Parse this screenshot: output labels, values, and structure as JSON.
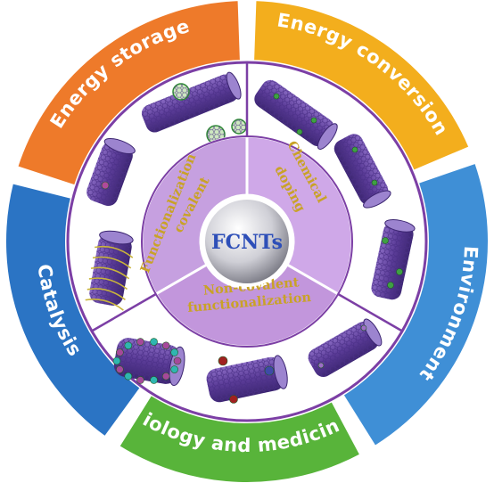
{
  "center": {
    "label": "FCNTs"
  },
  "inner_segments": [
    {
      "id": "covalent",
      "line1": "Functionalization",
      "line2": "covalent"
    },
    {
      "id": "chemical",
      "line1": "Chemical",
      "line2": "doping"
    },
    {
      "id": "noncovalent",
      "line1": "Non-covalent",
      "line2": "functionalization"
    }
  ],
  "outer_segments": [
    {
      "id": "energy-storage",
      "label": "Energy storage",
      "color": "#ee7a2a"
    },
    {
      "id": "energy-conversion",
      "label": "Energy conversion",
      "color": "#f3ae1d"
    },
    {
      "id": "environment",
      "label": "Environment",
      "color": "#3f8fd6"
    },
    {
      "id": "biology",
      "label": "Biology and medicine",
      "color": "#58b43a"
    },
    {
      "id": "catalysis",
      "label": "Catalysis",
      "color": "#2b74c4"
    }
  ],
  "colors": {
    "ring_border": "#7c3fa5",
    "inner_fill": "#c79ee0",
    "tube": "#5b3c98",
    "dot_green": "#3fa043"
  },
  "icons": [
    "nanotube-icon",
    "fullerene-icon",
    "polymer-wrap-icon"
  ]
}
